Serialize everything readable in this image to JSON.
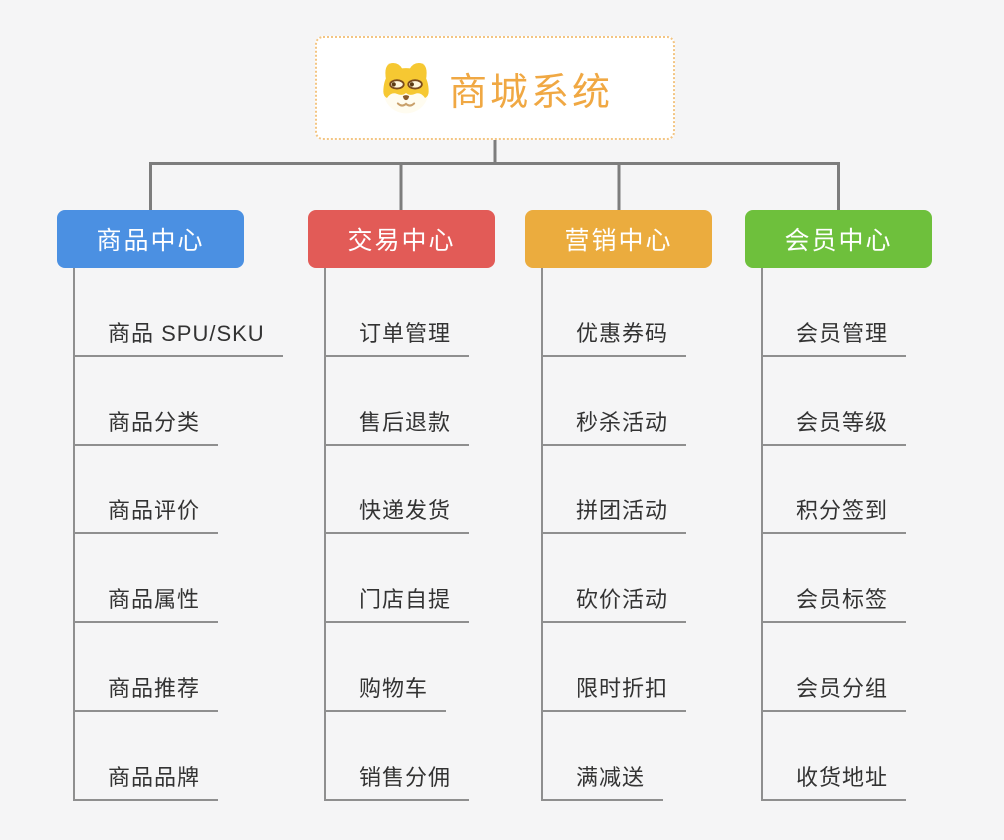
{
  "root": {
    "title": "商城系统",
    "icon": "dog-face-icon",
    "accent_color": "#f0a843",
    "border_color": "#f3c583"
  },
  "connector_color": "#7d7d7d",
  "branches": [
    {
      "label": "商品中心",
      "color": "#4b90e2",
      "items": [
        "商品 SPU/SKU",
        "商品分类",
        "商品评价",
        "商品属性",
        "商品推荐",
        "商品品牌"
      ]
    },
    {
      "label": "交易中心",
      "color": "#e25b57",
      "items": [
        "订单管理",
        "售后退款",
        "快递发货",
        "门店自提",
        "购物车",
        "销售分佣"
      ]
    },
    {
      "label": "营销中心",
      "color": "#ebac3e",
      "items": [
        "优惠券码",
        "秒杀活动",
        "拼团活动",
        "砍价活动",
        "限时折扣",
        "满减送"
      ]
    },
    {
      "label": "会员中心",
      "color": "#6ec03c",
      "items": [
        "会员管理",
        "会员等级",
        "积分签到",
        "会员标签",
        "会员分组",
        "收货地址"
      ]
    }
  ]
}
